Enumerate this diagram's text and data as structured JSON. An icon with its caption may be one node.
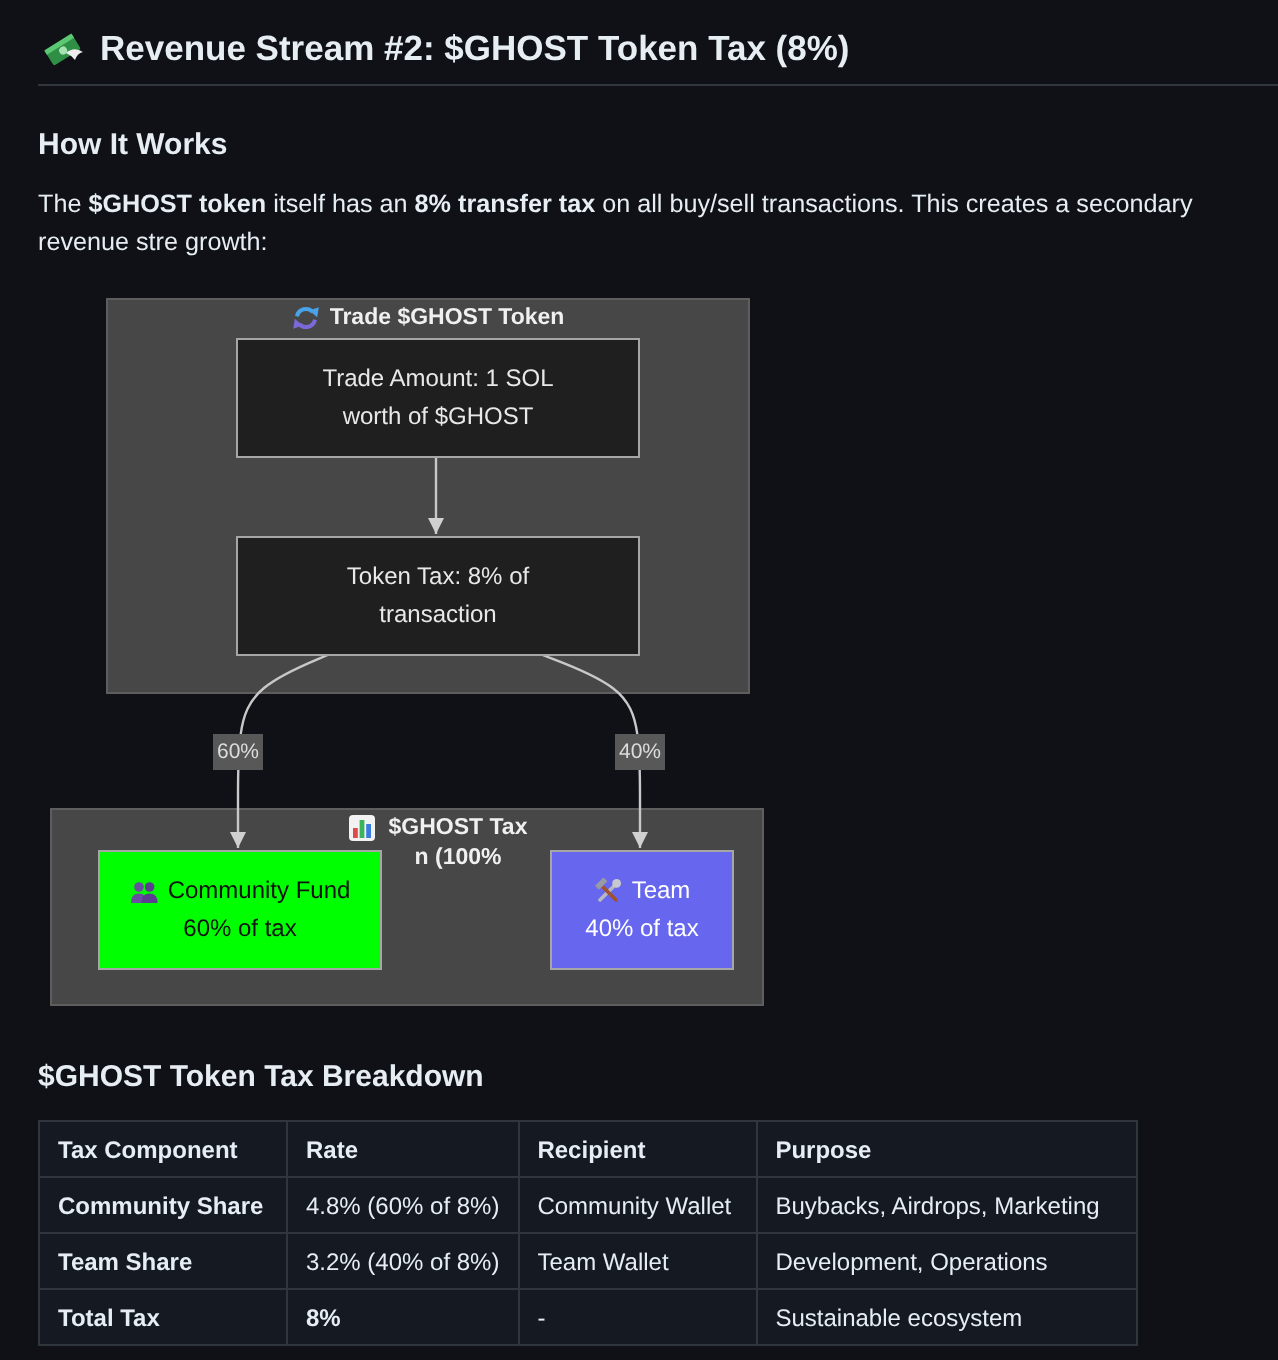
{
  "diagram": {
    "title": "Revenue Stream #2: $GHOST Token Tax (8%)",
    "nodes": [
      {
        "text": [
          "Trade $GHOST Token"
        ]
      },
      {
        "text": [
          "Trade Amount: 1 SOL worth of $GHOST"
        ],
        "in": 0
      },
      {
        "text": [
          "Token Tax: 8% of transaction"
        ],
        "in": 0
      },
      {
        "text": [
          "$GHOST Tax n (100%"
        ]
      },
      {
        "text": [
          "Community Fund",
          "60% of tax"
        ],
        "in": 3
      },
      {
        "text": [
          "Team",
          "40% of tax"
        ],
        "in": 3
      }
    ],
    "edges": [
      {
        "from": 1,
        "to": 2,
        "arrow": "to"
      },
      {
        "from": 2,
        "to": 4,
        "arrow": "to",
        "label": "60%"
      },
      {
        "from": 2,
        "to": 5,
        "arrow": "to",
        "label": "40%"
      }
    ],
    "labels": [
      "How It Works",
      "The **$GHOST token** itself has an **8% transfer tax** on all buy/sell transactions. This creates a secondary revenue stre growth:",
      "$GHOST Token Tax Breakdown",
      "Tax Component",
      "Rate",
      "Recipient",
      "Purpose",
      "Community Share",
      "4.8% (60% of 8%)",
      "Community Wallet",
      "Buybacks, Airdrops, Marketing",
      "Team Share",
      "3.2% (40% of 8%)",
      "Team Wallet",
      "Development, Operations",
      "Total Tax",
      "8%",
      "-",
      "Sustainable ecosystem"
    ]
  }
}
